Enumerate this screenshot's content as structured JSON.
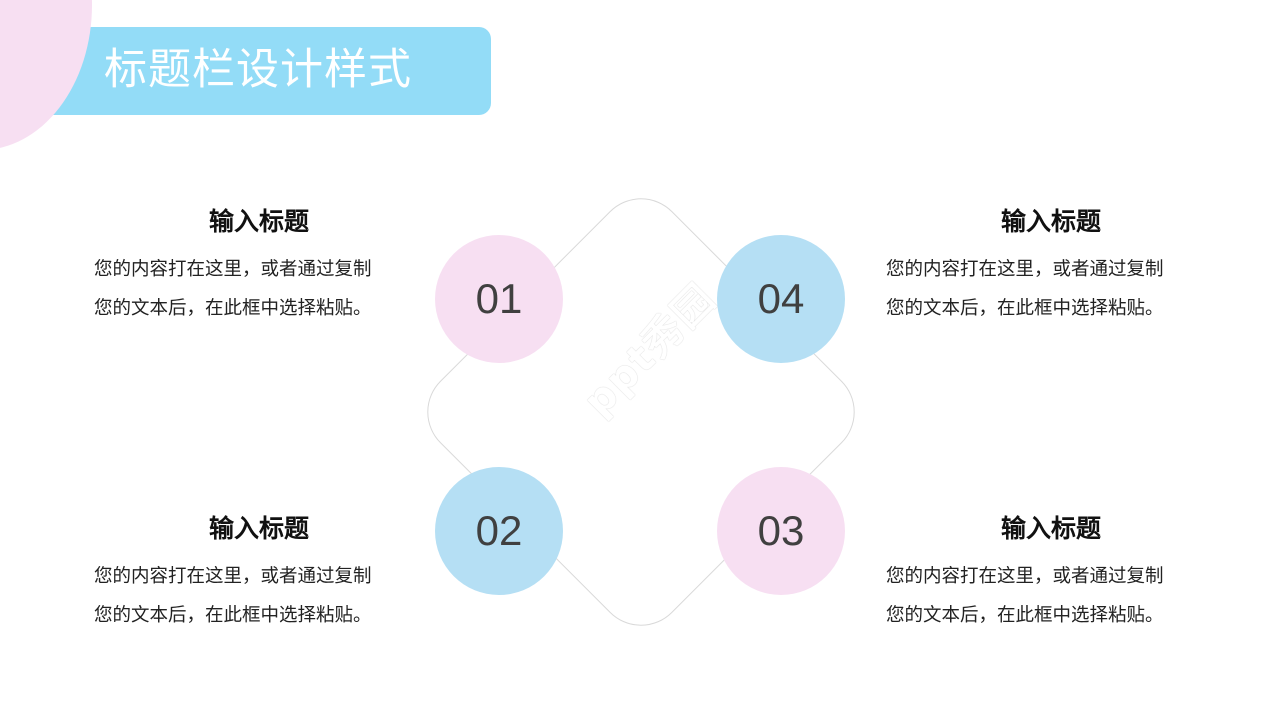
{
  "header": {
    "title": "标题栏设计样式",
    "bar_color": "#93dcf7",
    "deco_color": "#f7dff2"
  },
  "watermark": "ppt秀园",
  "diagram": {
    "frame_color": "#d9d9d9",
    "nodes": [
      {
        "number": "01",
        "color": "#f7dff2",
        "position": "top-left"
      },
      {
        "number": "04",
        "color": "#b5dff4",
        "position": "top-right"
      },
      {
        "number": "02",
        "color": "#b5dff4",
        "position": "bottom-left"
      },
      {
        "number": "03",
        "color": "#f7dff2",
        "position": "bottom-right"
      }
    ]
  },
  "items": [
    {
      "title": "输入标题",
      "line1": "您的内容打在这里，或者通过复制",
      "line2": "您的文本后，在此框中选择粘贴。"
    },
    {
      "title": "输入标题",
      "line1": "您的内容打在这里，或者通过复制",
      "line2": "您的文本后，在此框中选择粘贴。"
    },
    {
      "title": "输入标题",
      "line1": "您的内容打在这里，或者通过复制",
      "line2": "您的文本后，在此框中选择粘贴。"
    },
    {
      "title": "输入标题",
      "line1": "您的内容打在这里，或者通过复制",
      "line2": "您的文本后，在此框中选择粘贴。"
    }
  ]
}
